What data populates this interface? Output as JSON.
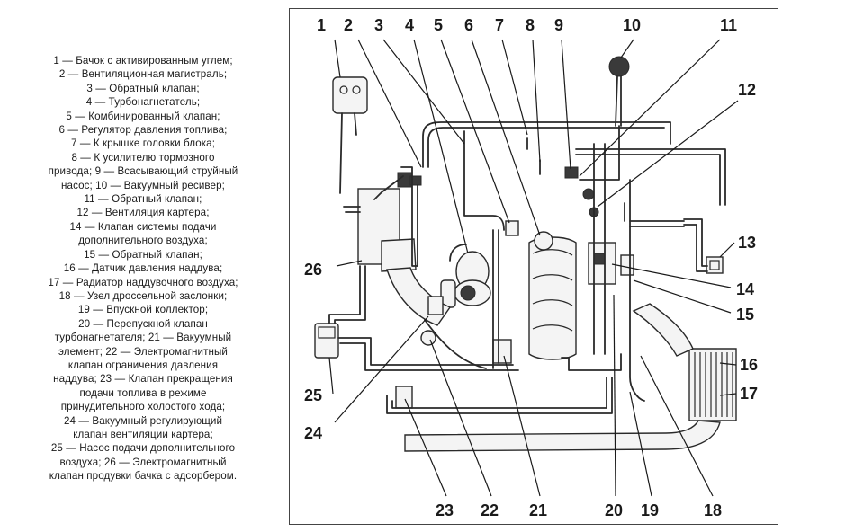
{
  "legend": [
    "1 — Бачок с активированным углем;",
    "2 — Вентиляционная магистраль;",
    "3 — Обратный клапан;",
    "4 — Турбонагнетатель;",
    "5 — Комбинированный клапан;",
    "6 — Регулятор давления топлива;",
    "7 — К крышке головки блока;",
    "8 — К усилителю тормозного",
    "привода; 9 — Всасывающий струйный",
    "насос; 10 — Вакуумный ресивер;",
    "11 — Обратный клапан;",
    "12 — Вентиляция картера;",
    "14 — Клапан системы подачи",
    "дополнительного воздуха;",
    "15 — Обратный клапан;",
    "16 — Датчик давления наддува;",
    "17 — Радиатор наддувочного воздуха;",
    "18 — Узел дроссельной заслонки;",
    "19 — Впускной коллектор;",
    "20 — Перепускной клапан",
    "турбонагнетателя; 21 — Вакуумный",
    "элемент; 22 — Электромагнитный",
    "клапан ограничения давления",
    "наддува; 23 — Клапан прекращения",
    "подачи топлива в режиме",
    "принудительного холостого хода;",
    "24 — Вакуумный регулирующий",
    "клапан вентиляции картера;",
    "25 — Насос подачи дополнительного",
    "воздуха; 26 — Электромагнитный",
    "клапан продувки бачка с адсорбером."
  ],
  "callouts": [
    {
      "label": "1"
    },
    {
      "label": "2"
    },
    {
      "label": "3"
    },
    {
      "label": "4"
    },
    {
      "label": "5"
    },
    {
      "label": "6"
    },
    {
      "label": "7"
    },
    {
      "label": "8"
    },
    {
      "label": "9"
    },
    {
      "label": "10"
    },
    {
      "label": "11"
    },
    {
      "label": "12"
    },
    {
      "label": "13"
    },
    {
      "label": "14"
    },
    {
      "label": "15"
    },
    {
      "label": "16"
    },
    {
      "label": "17"
    },
    {
      "label": "18"
    },
    {
      "label": "19"
    },
    {
      "label": "20"
    },
    {
      "label": "21"
    },
    {
      "label": "22"
    },
    {
      "label": "23"
    },
    {
      "label": "24"
    },
    {
      "label": "25"
    },
    {
      "label": "26"
    }
  ]
}
